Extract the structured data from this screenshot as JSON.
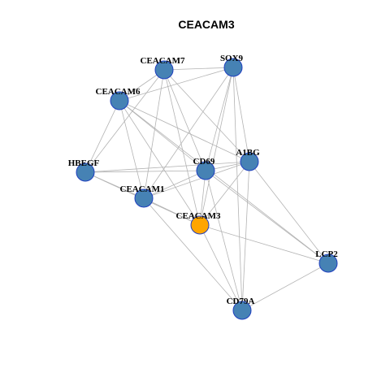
{
  "title": "CEACAM3",
  "colors": {
    "node_default": "#4682b4",
    "node_focus": "#ffa500",
    "node_border": "#1f3fbf",
    "edge": "#b3b3b3",
    "background": "#ffffff"
  },
  "nodes": [
    {
      "id": "CEACAM7",
      "label": "CEACAM7",
      "focus": false
    },
    {
      "id": "SOX9",
      "label": "SOX9",
      "focus": false
    },
    {
      "id": "CEACAM6",
      "label": "CEACAM6",
      "focus": false
    },
    {
      "id": "A1BG",
      "label": "A1BG",
      "focus": false
    },
    {
      "id": "HBEGF",
      "label": "HBEGF",
      "focus": false
    },
    {
      "id": "CD69",
      "label": "CD69",
      "focus": false
    },
    {
      "id": "CEACAM1",
      "label": "CEACAM1",
      "focus": false
    },
    {
      "id": "CEACAM3",
      "label": "CEACAM3",
      "focus": true
    },
    {
      "id": "LCP2",
      "label": "LCP2",
      "focus": false
    },
    {
      "id": "CD79A",
      "label": "CD79A",
      "focus": false
    }
  ],
  "edges": [
    [
      "CEACAM7",
      "SOX9"
    ],
    [
      "CEACAM7",
      "CEACAM6"
    ],
    [
      "CEACAM7",
      "HBEGF"
    ],
    [
      "CEACAM7",
      "CEACAM1"
    ],
    [
      "CEACAM7",
      "CD69"
    ],
    [
      "CEACAM7",
      "A1BG"
    ],
    [
      "CEACAM7",
      "CEACAM3"
    ],
    [
      "SOX9",
      "CEACAM6"
    ],
    [
      "SOX9",
      "CD69"
    ],
    [
      "SOX9",
      "A1BG"
    ],
    [
      "SOX9",
      "CEACAM1"
    ],
    [
      "SOX9",
      "CEACAM3"
    ],
    [
      "SOX9",
      "CD79A"
    ],
    [
      "CEACAM6",
      "HBEGF"
    ],
    [
      "CEACAM6",
      "CEACAM1"
    ],
    [
      "CEACAM6",
      "CD69"
    ],
    [
      "CEACAM6",
      "A1BG"
    ],
    [
      "CEACAM6",
      "CEACAM3"
    ],
    [
      "CEACAM6",
      "LCP2"
    ],
    [
      "HBEGF",
      "CD69"
    ],
    [
      "HBEGF",
      "A1BG"
    ],
    [
      "HBEGF",
      "CEACAM1"
    ],
    [
      "HBEGF",
      "CEACAM3"
    ],
    [
      "CEACAM1",
      "CD69"
    ],
    [
      "CEACAM1",
      "A1BG"
    ],
    [
      "CEACAM1",
      "CEACAM3"
    ],
    [
      "CEACAM1",
      "CD79A"
    ],
    [
      "CD69",
      "A1BG"
    ],
    [
      "CD69",
      "CEACAM3"
    ],
    [
      "CD69",
      "CD79A"
    ],
    [
      "CD69",
      "LCP2"
    ],
    [
      "A1BG",
      "CEACAM3"
    ],
    [
      "A1BG",
      "LCP2"
    ],
    [
      "A1BG",
      "CD79A"
    ],
    [
      "CEACAM3",
      "LCP2"
    ],
    [
      "CEACAM3",
      "CD79A"
    ],
    [
      "LCP2",
      "CD79A"
    ]
  ]
}
